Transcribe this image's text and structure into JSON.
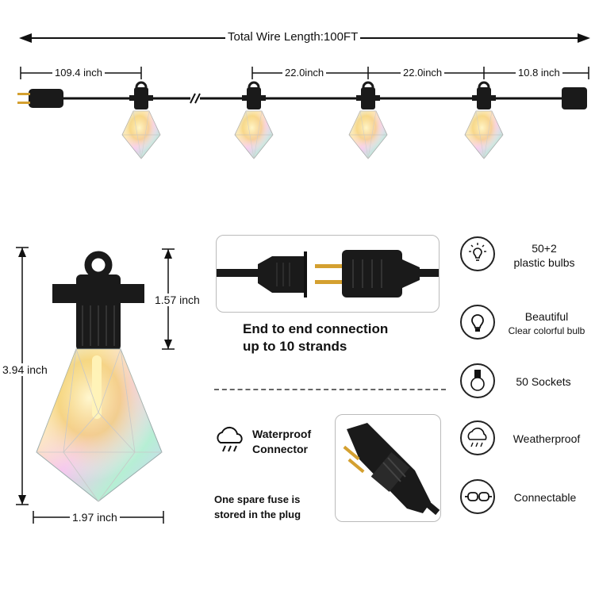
{
  "dimensions": {
    "total": "Total Wire Length:100FT",
    "seg1": "109.4 inch",
    "seg2": "22.0inch",
    "seg3": "22.0inch",
    "seg4": "10.8 inch",
    "bulb_top": "1.57 inch",
    "bulb_height": "3.94 inch",
    "bulb_width": "1.97 inch"
  },
  "connection": {
    "line1": "End to end connection",
    "line2": "up to 10 strands"
  },
  "waterproof": {
    "line1": "Waterproof",
    "line2": "Connector"
  },
  "fuse": {
    "line1": "One spare fuse is",
    "line2": "stored in the plug"
  },
  "features": [
    {
      "icon": "bulb-rays-icon",
      "line1": "50+2",
      "line2": "plastic bulbs"
    },
    {
      "icon": "bulb-icon",
      "line1": "Beautiful",
      "line2": "Clear colorful bulb"
    },
    {
      "icon": "socket-icon",
      "line1": "50 Sockets",
      "line2": ""
    },
    {
      "icon": "weather-icon",
      "line1": "Weatherproof",
      "line2": ""
    },
    {
      "icon": "connect-icon",
      "line1": "Connectable",
      "line2": ""
    }
  ],
  "colors": {
    "wire": "#111111",
    "socket": "#1a1a1a",
    "dashed": "#666666"
  }
}
